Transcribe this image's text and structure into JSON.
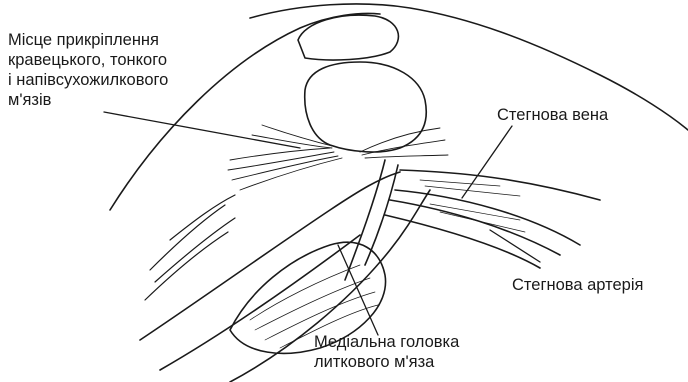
{
  "diagram": {
    "labels": {
      "insertion": [
        "Місце прикріплення",
        "кравецького, тонкого",
        "і напівсухожилкового",
        "м'язів"
      ],
      "femoral_vein": "Стегнова вена",
      "femoral_artery": "Стегнова артерія",
      "gastrocnemius": [
        "Медіальна головка",
        "литкового м'яза"
      ]
    },
    "colors": {
      "ink": "#1a1a1a",
      "background": "#ffffff"
    }
  }
}
